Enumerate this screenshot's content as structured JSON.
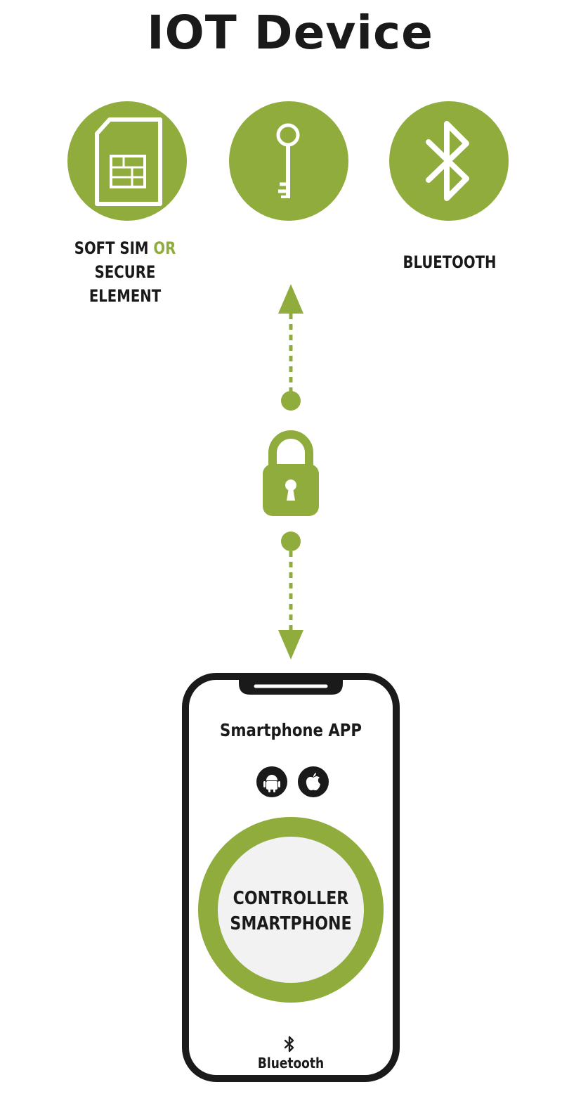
{
  "title": "IOT Device",
  "icons": {
    "sim": "sim-card-icon",
    "key": "key-icon",
    "bluetooth": "bluetooth-icon",
    "lock": "padlock-icon",
    "android": "android-icon",
    "apple": "apple-icon"
  },
  "labels": {
    "sim_line1": "SOFT SIM",
    "sim_or": "OR",
    "sim_line2": "SECURE ELEMENT",
    "bluetooth": "BLUETOOTH"
  },
  "phone": {
    "title": "Smartphone APP",
    "controller_line1": "CONTROLLER",
    "controller_line2": "SMARTPHONE",
    "bluetooth_label": "Bluetooth"
  },
  "colors": {
    "accent": "#8fac3c",
    "dark": "#1a1a1a"
  }
}
